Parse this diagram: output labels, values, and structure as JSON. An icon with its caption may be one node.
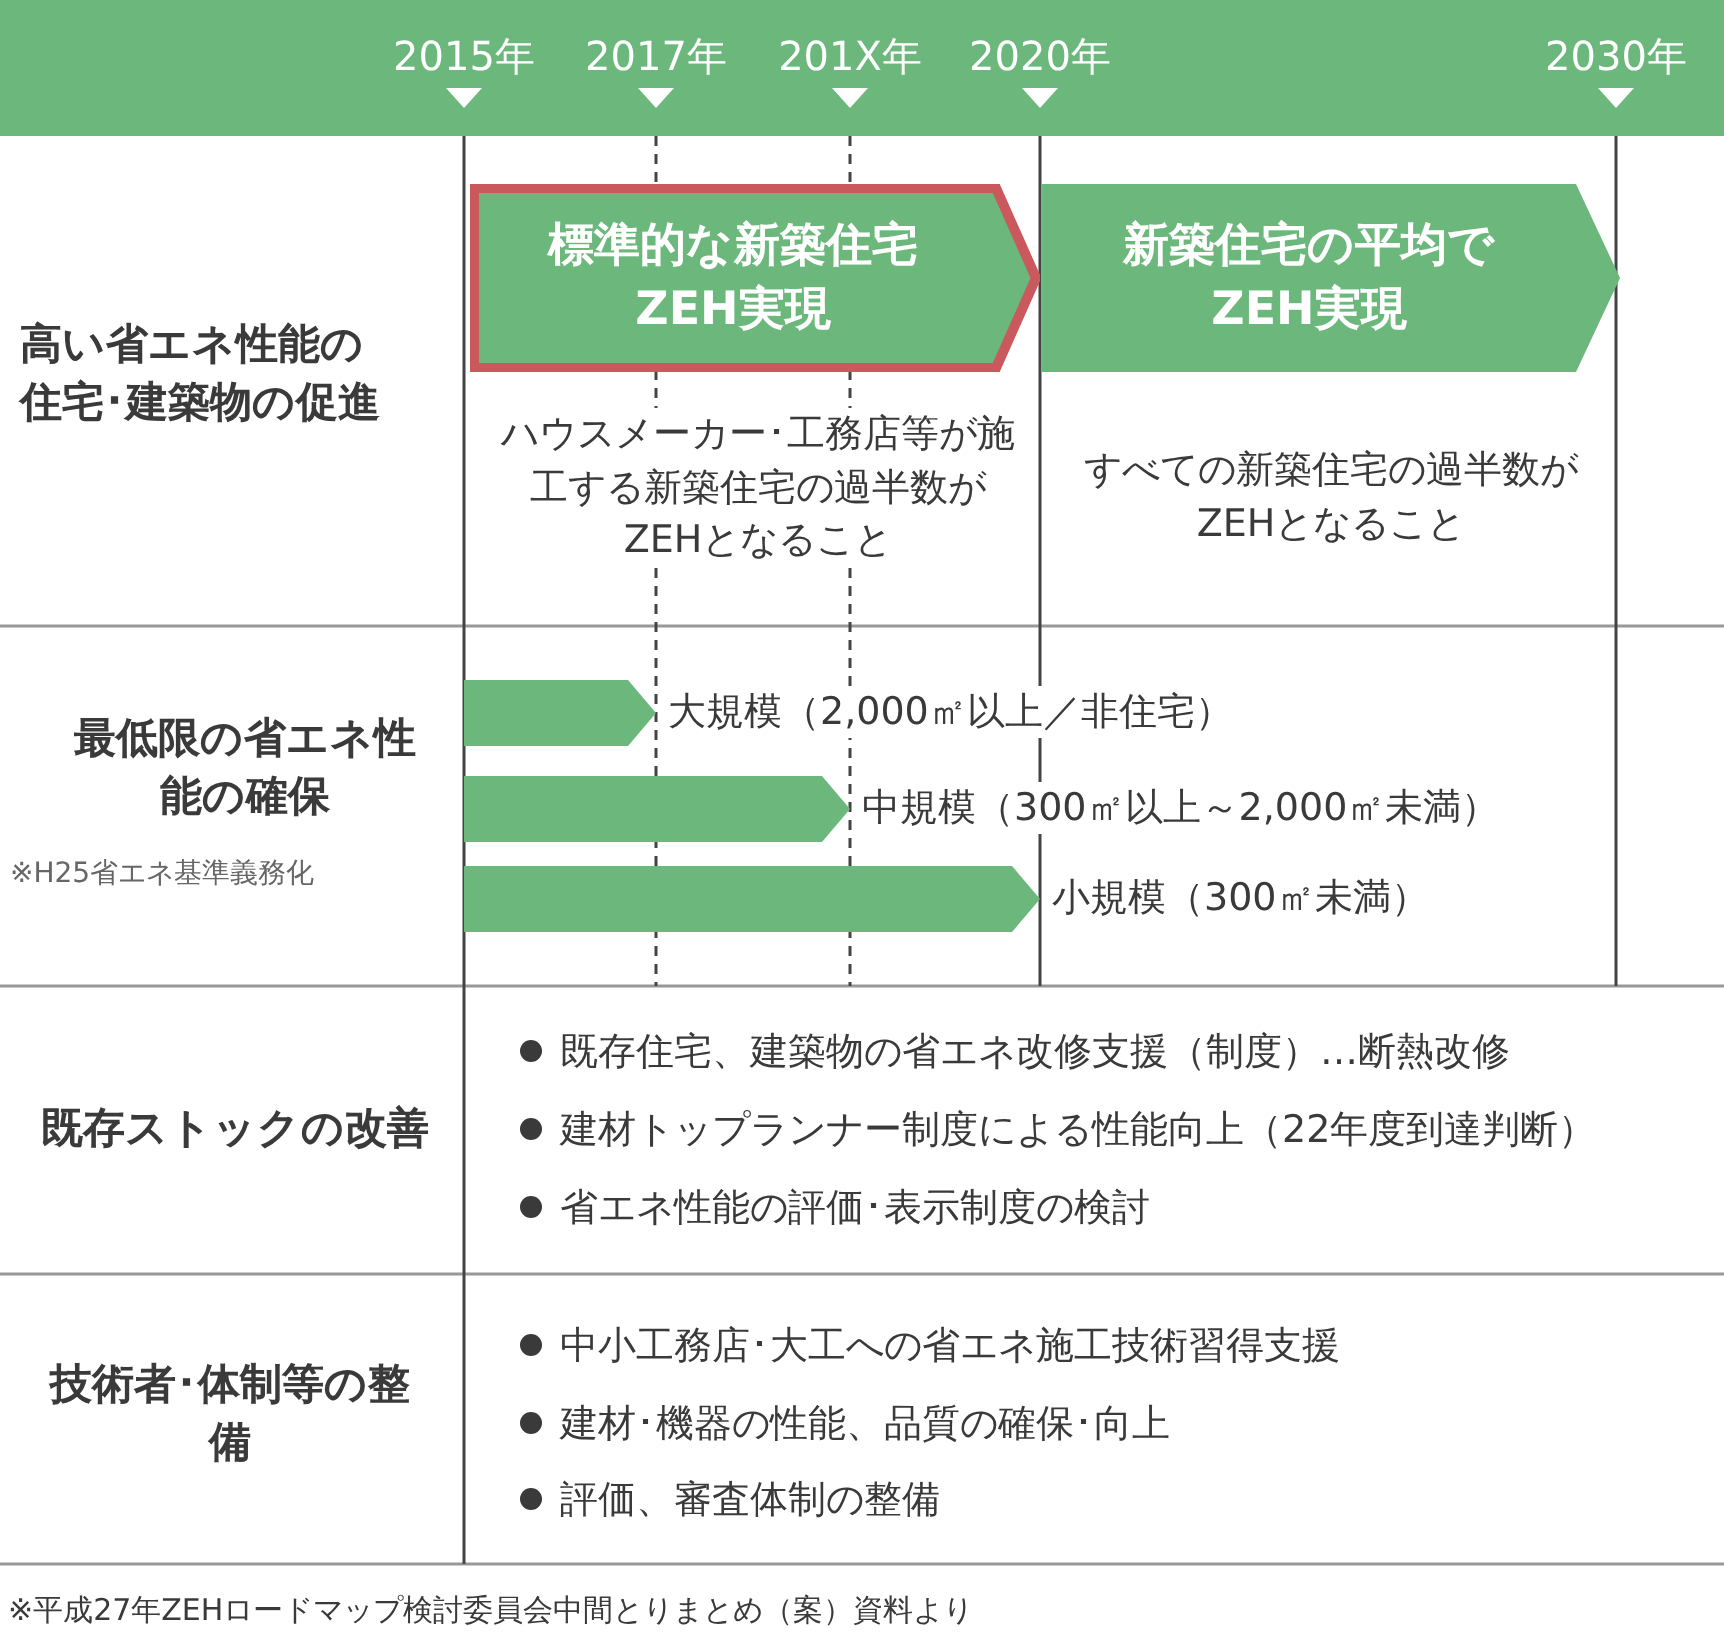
{
  "diagram": {
    "caption": "※平成27年ZEHロードマップ検討委員会中間とりまとめ（案）資料より",
    "nodes": [
      {
        "text": [
          "標準的な新築住宅ZEH実現"
        ]
      },
      {
        "text": [
          "新築住宅の平均でZEH実現"
        ]
      },
      {
        "text": [],
        "shape": "bar",
        "beside": [
          "大規模（2,000㎡以上／非住宅）"
        ]
      },
      {
        "text": [],
        "shape": "bar",
        "beside": [
          "中規模（300㎡以上～2,000㎡未満）"
        ]
      },
      {
        "text": [],
        "shape": "bar",
        "beside": [
          "小規模（300㎡未満）"
        ]
      }
    ],
    "labels": [
      "2015年",
      "2017年",
      "201X年",
      "2020年",
      "2030年",
      "高い省エネ性能の住宅･建築物の促進",
      "ハウスメーカー･工務店等が施工する新築住宅の過半数がZEHとなること",
      "すべての新築住宅の過半数がZEHとなること",
      "最低限の省エネ性能の確保",
      "※H25省エネ基準義務化",
      "既存ストックの改善",
      "既存住宅、建築物の省エネ改修支援（制度）…断熱改修",
      "建材トップランナー制度による性能向上（22年度到達判断）",
      "省エネ性能の評価･表示制度の検討",
      "技術者･体制等の整備",
      "中小工務店･大工への省エネ施工技術習得支援",
      "建材･機器の性能、品質の確保･向上",
      "評価、審査体制の整備"
    ]
  }
}
